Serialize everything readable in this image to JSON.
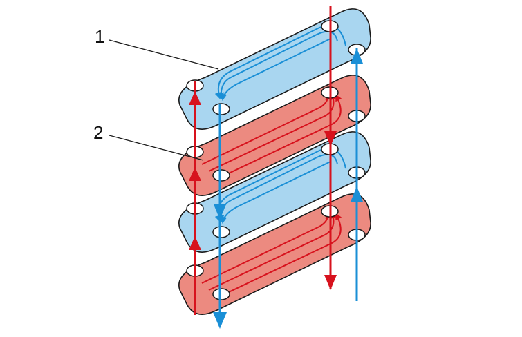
{
  "callouts": [
    {
      "id": "1",
      "text": "1"
    },
    {
      "id": "2",
      "text": "2"
    }
  ],
  "plates": [
    {
      "order": 1,
      "medium": "cold"
    },
    {
      "order": 2,
      "medium": "hot"
    },
    {
      "order": 3,
      "medium": "cold"
    },
    {
      "order": 4,
      "medium": "hot"
    }
  ],
  "colors": {
    "cold_fill": "#a9d6f0",
    "cold_flow": "#1a8fd6",
    "hot_fill": "#ec8a80",
    "hot_flow": "#d7121d",
    "outline": "#1a1a1a",
    "port_fill": "#ffffff"
  }
}
